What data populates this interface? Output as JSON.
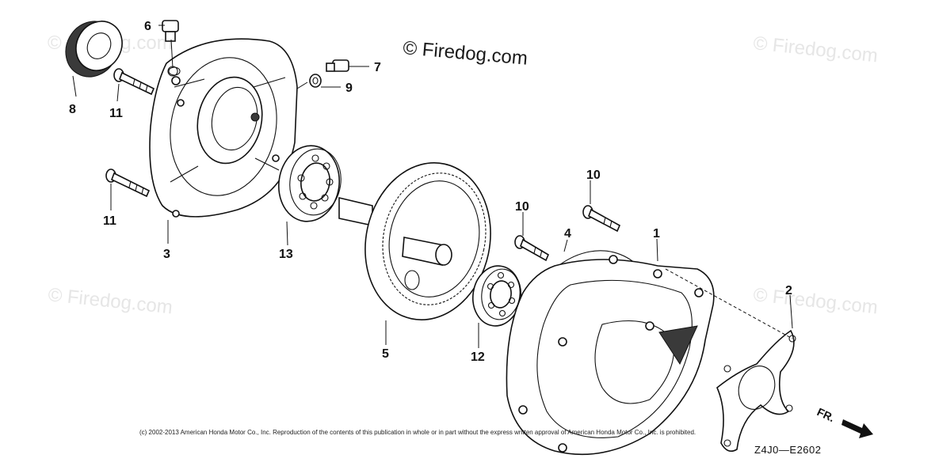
{
  "watermarks": {
    "main": "© Firedog.com",
    "faint": "© Firedog.com"
  },
  "copyright_notice": "(c) 2002-2013 American Honda Motor Co., Inc. Reproduction of the contents of this publication in whole or in part without the express written approval of American Honda Motor Co., Inc. is prohibited.",
  "diagram_code": "Z4J0—E2602",
  "front_indicator": "FR.",
  "callouts": {
    "c1": "1",
    "c2": "2",
    "c3": "3",
    "c4": "4",
    "c5": "5",
    "c6": "6",
    "c7": "7",
    "c8": "8",
    "c9": "9",
    "c10a": "10",
    "c10b": "10",
    "c11a": "11",
    "c11b": "11",
    "c12": "12",
    "c13": "13"
  },
  "parts": [
    {
      "id": "oil-seal",
      "ref": "8"
    },
    {
      "id": "flange-bolt-upper",
      "ref": "11"
    },
    {
      "id": "flange-bolt-lower",
      "ref": "11"
    },
    {
      "id": "bearing-case",
      "ref": "3"
    },
    {
      "id": "drain-bolt",
      "ref": "6"
    },
    {
      "id": "check-bolt",
      "ref": "7"
    },
    {
      "id": "washer",
      "ref": "9"
    },
    {
      "id": "ball-bearing-large",
      "ref": "13"
    },
    {
      "id": "ring-gear-shaft",
      "ref": "5"
    },
    {
      "id": "ball-bearing-small",
      "ref": "12"
    },
    {
      "id": "case-bolt-left",
      "ref": "10"
    },
    {
      "id": "case-bolt-right",
      "ref": "10"
    },
    {
      "id": "gasket",
      "ref": "4"
    },
    {
      "id": "reduction-case",
      "ref": "1"
    },
    {
      "id": "mount-gasket",
      "ref": "2"
    }
  ]
}
